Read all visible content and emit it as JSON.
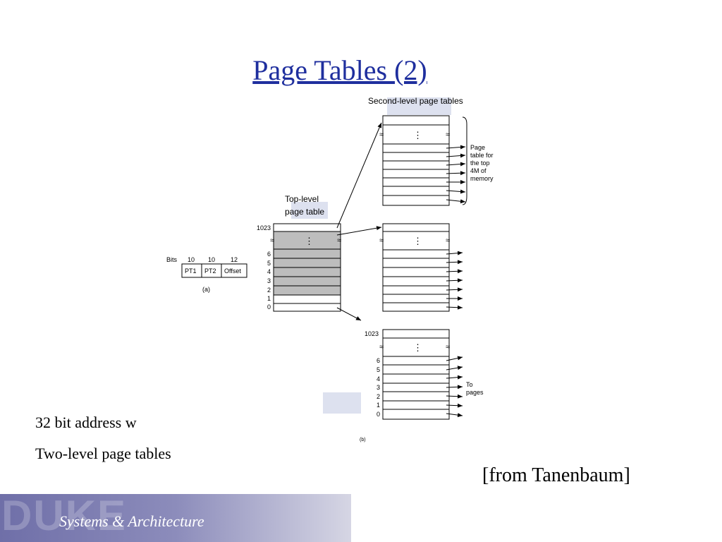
{
  "slide": {
    "title": "Page Tables (2)",
    "bullets": [
      "32 bit address w",
      "Two-level page tables"
    ],
    "credit": "[from Tanenbaum]"
  },
  "footer": {
    "logo": "DUKE",
    "subtitle": "Systems & Architecture"
  },
  "diagram": {
    "second_level_label": "Second-level page tables",
    "top_level_label": [
      "Top-level",
      "page table"
    ],
    "bits_label": "Bits",
    "fields": [
      {
        "name": "PT1",
        "bits": "10"
      },
      {
        "name": "PT2",
        "bits": "10"
      },
      {
        "name": "Offset",
        "bits": "12"
      }
    ],
    "caption_a": "(a)",
    "caption_b": "(b)",
    "top_entries": [
      "1023",
      "6",
      "5",
      "4",
      "3",
      "2",
      "1",
      "0"
    ],
    "bottom_entries": [
      "1023",
      "6",
      "5",
      "4",
      "3",
      "2",
      "1",
      "0"
    ],
    "page_table_note": [
      "Page",
      "table for",
      "the top",
      "4M of",
      "memory"
    ],
    "to_pages_note": [
      "To",
      "pages"
    ],
    "ellipsis": "⋮",
    "break_mark": "≈"
  }
}
